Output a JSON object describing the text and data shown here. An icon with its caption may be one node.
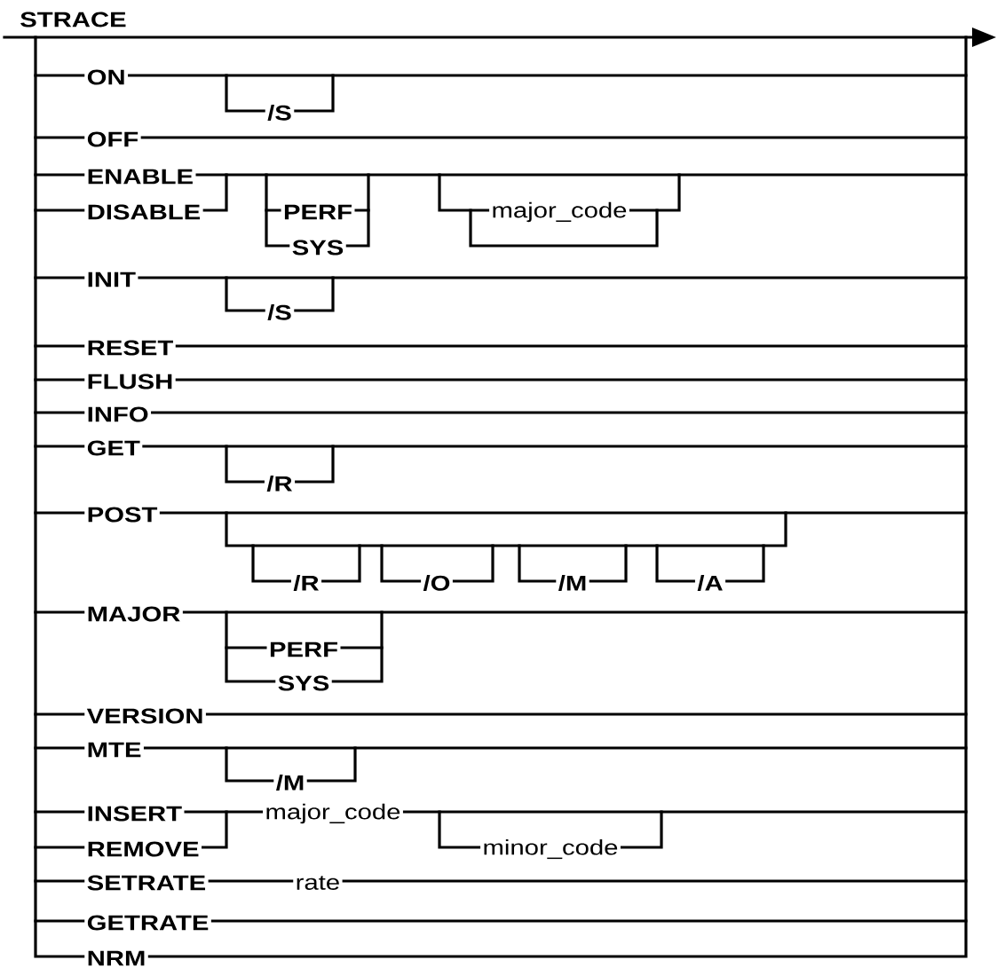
{
  "diagram": {
    "labels": [
      "STRACE",
      "ON",
      "/S",
      "OFF",
      "ENABLE",
      "DISABLE",
      "PERF",
      "SYS",
      "major_code",
      "INIT",
      "/S",
      "RESET",
      "FLUSH",
      "INFO",
      "GET",
      "/R",
      "POST",
      "/R",
      "/O",
      "/M",
      "/A",
      "MAJOR",
      "PERF",
      "SYS",
      "VERSION",
      "MTE",
      "/M",
      "INSERT",
      "major_code",
      "REMOVE",
      "minor_code",
      "SETRATE",
      "rate",
      "GETRATE",
      "NRM"
    ]
  }
}
